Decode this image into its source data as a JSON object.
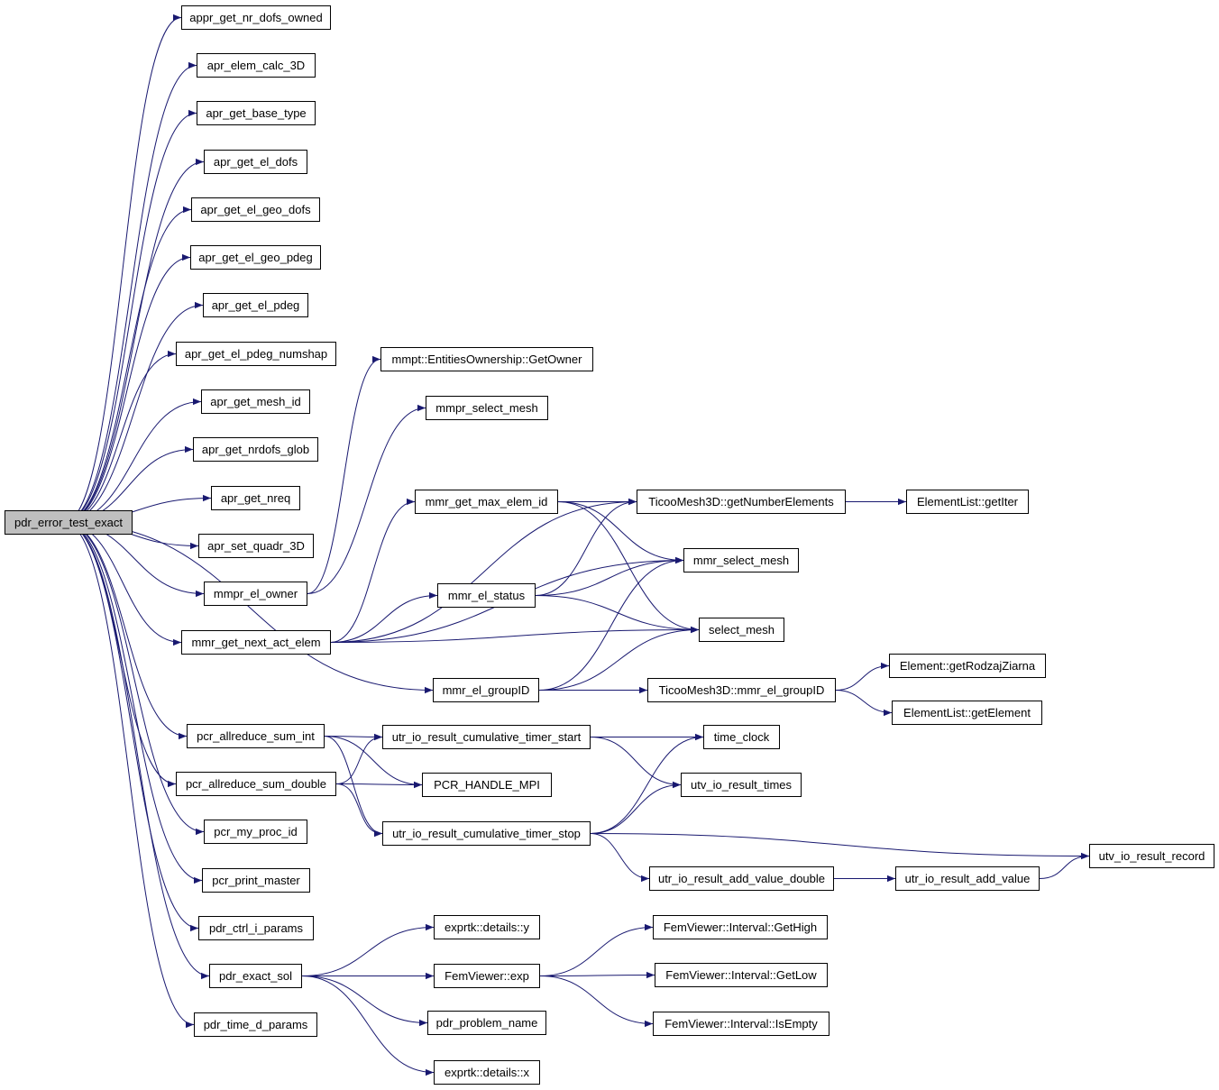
{
  "colors": {
    "edge": "#191970",
    "node_border": "#000000",
    "node_fill": "#ffffff",
    "root_fill": "#bfbfbf"
  },
  "nodes": {
    "root": "pdr_error_test_exact",
    "n1": "appr_get_nr_dofs_owned",
    "n2": "apr_elem_calc_3D",
    "n3": "apr_get_base_type",
    "n4": "apr_get_el_dofs",
    "n5": "apr_get_el_geo_dofs",
    "n6": "apr_get_el_geo_pdeg",
    "n7": "apr_get_el_pdeg",
    "n8": "apr_get_el_pdeg_numshap",
    "n9": "apr_get_mesh_id",
    "n10": "apr_get_nrdofs_glob",
    "n11": "apr_get_nreq",
    "n12": "apr_set_quadr_3D",
    "n13": "mmpr_el_owner",
    "n14": "mmr_get_next_act_elem",
    "n15": "pcr_allreduce_sum_int",
    "n16": "pcr_allreduce_sum_double",
    "n17": "pcr_my_proc_id",
    "n18": "pcr_print_master",
    "n19": "pdr_ctrl_i_params",
    "n20": "pdr_exact_sol",
    "n21": "pdr_time_d_params",
    "m1": "mmpt::EntitiesOwnership::GetOwner",
    "m2": "mmpr_select_mesh",
    "m3": "mmr_get_max_elem_id",
    "m4": "mmr_el_status",
    "m5": "mmr_el_groupID",
    "m6": "utr_io_result_cumulative_timer_start",
    "m7": "PCR_HANDLE_MPI",
    "m8": "utr_io_result_cumulative_timer_stop",
    "t1": "TicooMesh3D::getNumberElements",
    "t2": "mmr_select_mesh",
    "t3": "select_mesh",
    "t4": "TicooMesh3D::mmr_el_groupID",
    "t5": "time_clock",
    "t6": "utv_io_result_times",
    "t7": "utr_io_result_add_value_double",
    "e1": "ElementList::getIter",
    "e2": "Element::getRodzajZiarna",
    "e3": "ElementList::getElement",
    "e4": "utr_io_result_add_value",
    "e5": "utv_io_result_record",
    "x1": "exprtk::details::y",
    "x2": "FemViewer::exp",
    "x3": "pdr_problem_name",
    "x4": "exprtk::details::x",
    "f1": "FemViewer::Interval::GetHigh",
    "f2": "FemViewer::Interval::GetLow",
    "f3": "FemViewer::Interval::IsEmpty"
  },
  "edges": [
    [
      "root",
      "n1"
    ],
    [
      "root",
      "n2"
    ],
    [
      "root",
      "n3"
    ],
    [
      "root",
      "n4"
    ],
    [
      "root",
      "n5"
    ],
    [
      "root",
      "n6"
    ],
    [
      "root",
      "n7"
    ],
    [
      "root",
      "n8"
    ],
    [
      "root",
      "n9"
    ],
    [
      "root",
      "n10"
    ],
    [
      "root",
      "n11"
    ],
    [
      "root",
      "n12"
    ],
    [
      "root",
      "n13"
    ],
    [
      "root",
      "n14"
    ],
    [
      "root",
      "m5"
    ],
    [
      "root",
      "n15"
    ],
    [
      "root",
      "n16"
    ],
    [
      "root",
      "n17"
    ],
    [
      "root",
      "n18"
    ],
    [
      "root",
      "n19"
    ],
    [
      "root",
      "n20"
    ],
    [
      "root",
      "n21"
    ],
    [
      "n13",
      "m1"
    ],
    [
      "n13",
      "m2"
    ],
    [
      "n14",
      "t1"
    ],
    [
      "n14",
      "m3"
    ],
    [
      "n14",
      "t2"
    ],
    [
      "n14",
      "m4"
    ],
    [
      "n14",
      "t3"
    ],
    [
      "m3",
      "t1"
    ],
    [
      "m3",
      "t2"
    ],
    [
      "m3",
      "t3"
    ],
    [
      "m4",
      "t1"
    ],
    [
      "m4",
      "t2"
    ],
    [
      "m4",
      "t3"
    ],
    [
      "m5",
      "t2"
    ],
    [
      "m5",
      "t3"
    ],
    [
      "m5",
      "t4"
    ],
    [
      "t1",
      "e1"
    ],
    [
      "t4",
      "e2"
    ],
    [
      "t4",
      "e3"
    ],
    [
      "n15",
      "m6"
    ],
    [
      "n15",
      "m7"
    ],
    [
      "n15",
      "m8"
    ],
    [
      "n16",
      "m6"
    ],
    [
      "n16",
      "m7"
    ],
    [
      "n16",
      "m8"
    ],
    [
      "m6",
      "t5"
    ],
    [
      "m6",
      "t6"
    ],
    [
      "m8",
      "t5"
    ],
    [
      "m8",
      "t6"
    ],
    [
      "m8",
      "e5"
    ],
    [
      "m8",
      "t7"
    ],
    [
      "t7",
      "e4"
    ],
    [
      "e4",
      "e5"
    ],
    [
      "n20",
      "x1"
    ],
    [
      "n20",
      "x2"
    ],
    [
      "n20",
      "x3"
    ],
    [
      "n20",
      "x4"
    ],
    [
      "x2",
      "f1"
    ],
    [
      "x2",
      "f2"
    ],
    [
      "x2",
      "f3"
    ]
  ]
}
